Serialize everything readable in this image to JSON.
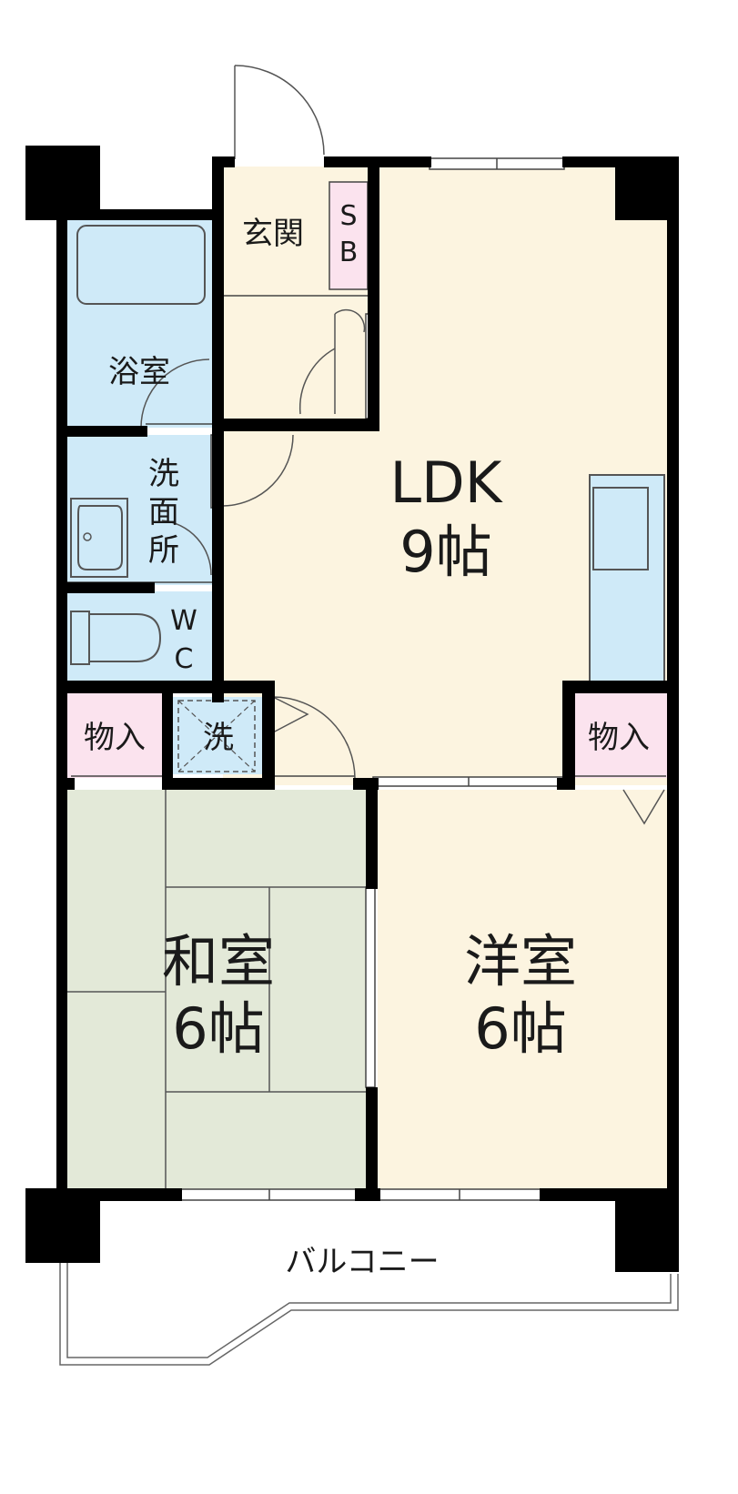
{
  "rooms": {
    "ldk": {
      "name": "LDK",
      "size": "9帖"
    },
    "washitsu": {
      "name": "和室",
      "size": "6帖"
    },
    "youshitsu": {
      "name": "洋室",
      "size": "6帖"
    },
    "genkan": {
      "name": "玄関"
    },
    "shoebox": {
      "line1": "S",
      "line2": "B"
    },
    "bath": {
      "name": "浴室"
    },
    "washroom": {
      "line1": "洗",
      "line2": "面",
      "line3": "所"
    },
    "wc": {
      "line1": "W",
      "line2": "C"
    },
    "storage_left": {
      "name": "物入"
    },
    "storage_right": {
      "name": "物入"
    },
    "washer": {
      "name": "洗"
    },
    "balcony": {
      "name": "バルコニー"
    }
  },
  "colors": {
    "wall": "#000000",
    "ldk_floor": "#fcf4e0",
    "genkan_floor": "#fcf4e0",
    "wet_area": "#cfeaf8",
    "tatami": "#e3e9d8",
    "storage": "#fbe3ee",
    "balcony": "#ffffff"
  }
}
